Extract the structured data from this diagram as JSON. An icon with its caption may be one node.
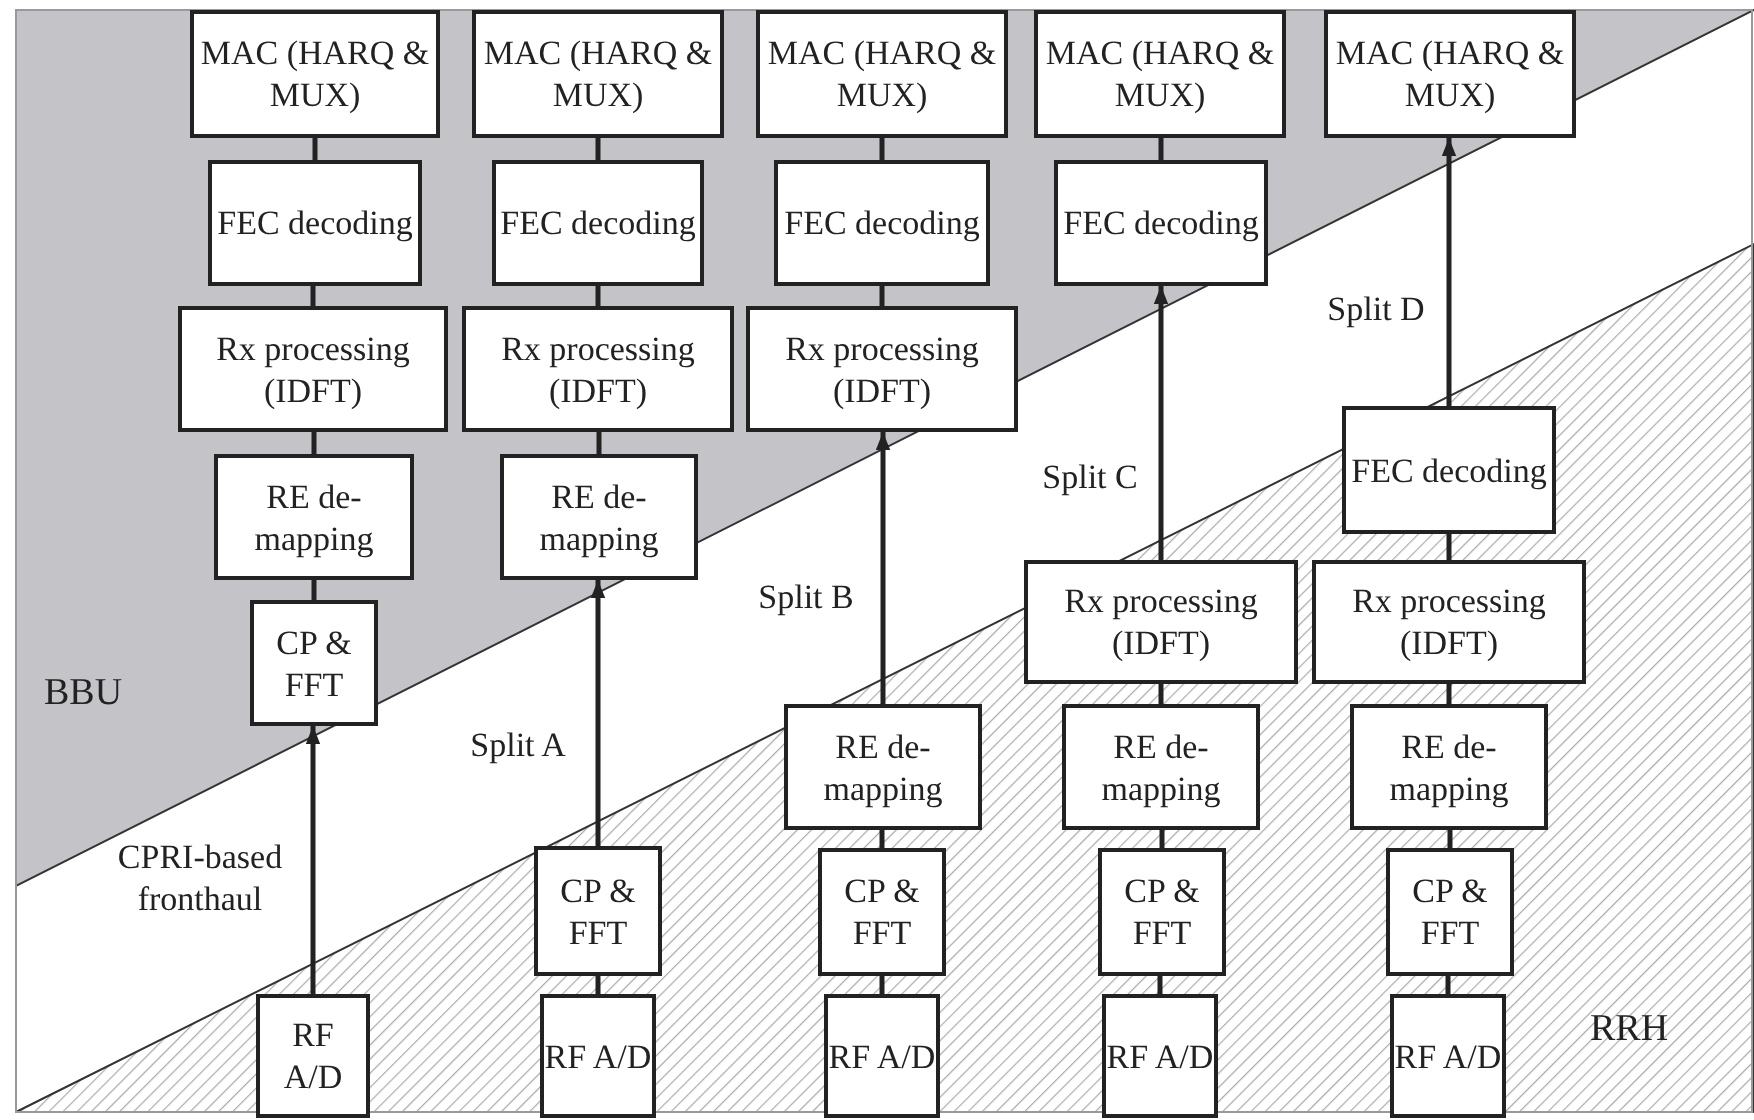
{
  "diagram": {
    "nodes": [
      {
        "text": [
          "MAC (HARQ & MUX)"
        ]
      },
      {
        "text": [
          "FEC decoding"
        ]
      },
      {
        "text": [
          "Rx processing (IDFT)"
        ]
      },
      {
        "text": [
          "RE de-mapping"
        ]
      },
      {
        "text": [
          "CP & FFT"
        ]
      },
      {
        "text": [
          "RF A/D"
        ]
      },
      {
        "text": [
          "MAC (HARQ & MUX)"
        ]
      },
      {
        "text": [
          "FEC decoding"
        ]
      },
      {
        "text": [
          "Rx processing (IDFT)"
        ]
      },
      {
        "text": [
          "RE de-mapping"
        ]
      },
      {
        "text": [
          "CP & FFT"
        ]
      },
      {
        "text": [
          "RF A/D"
        ]
      },
      {
        "text": [
          "MAC (HARQ & MUX)"
        ]
      },
      {
        "text": [
          "FEC decoding"
        ]
      },
      {
        "text": [
          "Rx processing (IDFT)"
        ]
      },
      {
        "text": [
          "RE de-mapping"
        ]
      },
      {
        "text": [
          "CP & FFT"
        ]
      },
      {
        "text": [
          "RF A/D"
        ]
      },
      {
        "text": [
          "MAC (HARQ & MUX)"
        ]
      },
      {
        "text": [
          "FEC decoding"
        ]
      },
      {
        "text": [
          "Rx processing (IDFT)"
        ]
      },
      {
        "text": [
          "RE de-mapping"
        ]
      },
      {
        "text": [
          "CP & FFT"
        ]
      },
      {
        "text": [
          "RF A/D"
        ]
      },
      {
        "text": [
          "MAC (HARQ & MUX)"
        ]
      },
      {
        "text": [
          "FEC decoding"
        ]
      },
      {
        "text": [
          "Rx processing (IDFT)"
        ]
      },
      {
        "text": [
          "RE de-mapping"
        ]
      },
      {
        "text": [
          "CP & FFT"
        ]
      },
      {
        "text": [
          "RF A/D"
        ]
      }
    ],
    "edges": [
      {
        "from": 1,
        "to": 0,
        "arrow": "none"
      },
      {
        "from": 2,
        "to": 1,
        "arrow": "none"
      },
      {
        "from": 3,
        "to": 2,
        "arrow": "none"
      },
      {
        "from": 4,
        "to": 3,
        "arrow": "none"
      },
      {
        "from": 5,
        "to": 4,
        "arrow": "to",
        "label": "CPRI-based fronthaul"
      },
      {
        "from": 7,
        "to": 6,
        "arrow": "none"
      },
      {
        "from": 8,
        "to": 7,
        "arrow": "none"
      },
      {
        "from": 9,
        "to": 8,
        "arrow": "none"
      },
      {
        "from": 10,
        "to": 9,
        "arrow": "to",
        "label": "Split A"
      },
      {
        "from": 11,
        "to": 10,
        "arrow": "none"
      },
      {
        "from": 13,
        "to": 12,
        "arrow": "none"
      },
      {
        "from": 14,
        "to": 13,
        "arrow": "none"
      },
      {
        "from": 15,
        "to": 14,
        "arrow": "to",
        "label": "Split B"
      },
      {
        "from": 16,
        "to": 15,
        "arrow": "none"
      },
      {
        "from": 17,
        "to": 16,
        "arrow": "none"
      },
      {
        "from": 19,
        "to": 18,
        "arrow": "none"
      },
      {
        "from": 20,
        "to": 19,
        "arrow": "to",
        "label": "Split C"
      },
      {
        "from": 21,
        "to": 20,
        "arrow": "none"
      },
      {
        "from": 22,
        "to": 21,
        "arrow": "none"
      },
      {
        "from": 23,
        "to": 22,
        "arrow": "none"
      },
      {
        "from": 25,
        "to": 24,
        "arrow": "to",
        "label": "Split D"
      },
      {
        "from": 26,
        "to": 25,
        "arrow": "none"
      },
      {
        "from": 27,
        "to": 26,
        "arrow": "none"
      },
      {
        "from": 28,
        "to": 27,
        "arrow": "none"
      },
      {
        "from": 29,
        "to": 28,
        "arrow": "none"
      }
    ],
    "labels": [
      "BBU",
      "RRH"
    ]
  }
}
